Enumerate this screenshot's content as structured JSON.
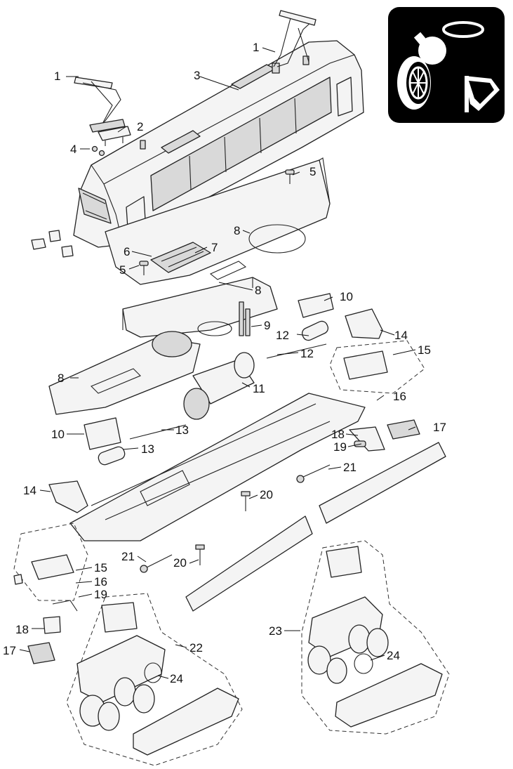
{
  "callouts": [
    {
      "id": "c1a",
      "text": "1"
    },
    {
      "id": "c1b",
      "text": "1"
    },
    {
      "id": "c2",
      "text": "2"
    },
    {
      "id": "c3",
      "text": "3"
    },
    {
      "id": "c4",
      "text": "4"
    },
    {
      "id": "c5a",
      "text": "5"
    },
    {
      "id": "c5b",
      "text": "5"
    },
    {
      "id": "c6",
      "text": "6"
    },
    {
      "id": "c7",
      "text": "7"
    },
    {
      "id": "c8a",
      "text": "8"
    },
    {
      "id": "c8b",
      "text": "8"
    },
    {
      "id": "c8c",
      "text": "8"
    },
    {
      "id": "c9",
      "text": "9"
    },
    {
      "id": "c10a",
      "text": "10"
    },
    {
      "id": "c10b",
      "text": "10"
    },
    {
      "id": "c11",
      "text": "11"
    },
    {
      "id": "c12a",
      "text": "12"
    },
    {
      "id": "c12b",
      "text": "12"
    },
    {
      "id": "c13a",
      "text": "13"
    },
    {
      "id": "c13b",
      "text": "13"
    },
    {
      "id": "c14a",
      "text": "14"
    },
    {
      "id": "c14b",
      "text": "14"
    },
    {
      "id": "c15a",
      "text": "15"
    },
    {
      "id": "c15b",
      "text": "15"
    },
    {
      "id": "c16a",
      "text": "16"
    },
    {
      "id": "c16b",
      "text": "16"
    },
    {
      "id": "c17a",
      "text": "17"
    },
    {
      "id": "c17b",
      "text": "17"
    },
    {
      "id": "c18a",
      "text": "18"
    },
    {
      "id": "c18b",
      "text": "18"
    },
    {
      "id": "c19a",
      "text": "19"
    },
    {
      "id": "c19b",
      "text": "19"
    },
    {
      "id": "c20a",
      "text": "20"
    },
    {
      "id": "c20b",
      "text": "20"
    },
    {
      "id": "c21a",
      "text": "21"
    },
    {
      "id": "c21b",
      "text": "21"
    },
    {
      "id": "c22",
      "text": "22"
    },
    {
      "id": "c23",
      "text": "23"
    },
    {
      "id": "c24a",
      "text": "24"
    },
    {
      "id": "c24b",
      "text": "24"
    }
  ],
  "legend_icon": {
    "icons": [
      "lamp-icon",
      "traction-tire-icon",
      "wheel-icon",
      "pantograph-icon"
    ],
    "background": "#000000",
    "foreground": "#ffffff"
  },
  "colors": {
    "line": "#222222",
    "fill": "#f4f4f4",
    "shade": "#d9d9d9",
    "background": "#ffffff"
  }
}
